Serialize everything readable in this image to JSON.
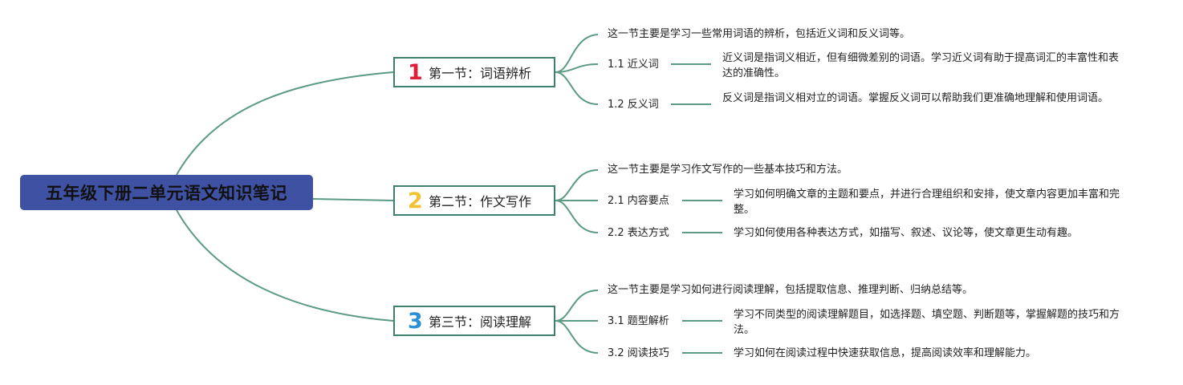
{
  "root": {
    "title": "五年级下册二单元语文知识笔记"
  },
  "colors": {
    "root_fill": "#3f51a3",
    "connector": "#5b9a84",
    "section_border": "#3f7f6f"
  },
  "sections": [
    {
      "number": "1",
      "number_color": "#e0203a",
      "title": "第一节：词语辨析",
      "summary": "这一节主要是学习一些常用词语的辨析，包括近义词和反义词等。",
      "items": [
        {
          "label": "1.1 近义词",
          "desc": "近义词是指词义相近，但有细微差别的词语。学习近义词有助于提高词汇的丰富性和表达的准确性。"
        },
        {
          "label": "1.2 反义词",
          "desc": "反义词是指词义相对立的词语。掌握反义词可以帮助我们更准确地理解和使用词语。"
        }
      ]
    },
    {
      "number": "2",
      "number_color": "#f2c233",
      "title": "第二节：作文写作",
      "summary": "这一节主要是学习作文写作的一些基本技巧和方法。",
      "items": [
        {
          "label": "2.1 内容要点",
          "desc": "学习如何明确文章的主题和要点，并进行合理组织和安排，使文章内容更加丰富和完整。"
        },
        {
          "label": "2.2 表达方式",
          "desc": "学习如何使用各种表达方式，如描写、叙述、议论等，使文章更生动有趣。"
        }
      ]
    },
    {
      "number": "3",
      "number_color": "#2b8fd6",
      "title": "第三节：阅读理解",
      "summary": "这一节主要是学习如何进行阅读理解，包括提取信息、推理判断、归纳总结等。",
      "items": [
        {
          "label": "3.1 题型解析",
          "desc": "学习不同类型的阅读理解题目，如选择题、填空题、判断题等，掌握解题的技巧和方法。"
        },
        {
          "label": "3.2 阅读技巧",
          "desc": "学习如何在阅读过程中快速获取信息，提高阅读效率和理解能力。"
        }
      ]
    }
  ]
}
